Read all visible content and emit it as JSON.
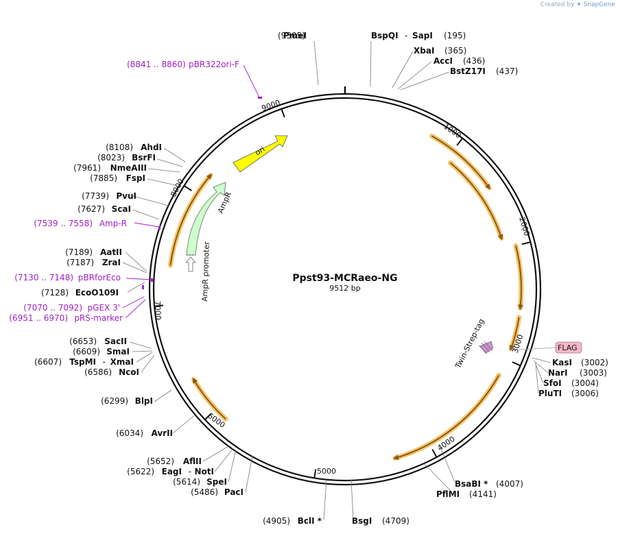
{
  "credit": {
    "prefix": "Created by",
    "brand": "SnapGene"
  },
  "plasmid": {
    "name": "Ppst93-MCRaeo-NG",
    "length_label": "9512 bp"
  },
  "ticks": [
    "1000",
    "2000",
    "3000",
    "4000",
    "5000",
    "6000",
    "7000",
    "8000",
    "9000"
  ],
  "enzymes": [
    {
      "pos": "(9305)",
      "name": "PmeI"
    },
    {
      "name": "BspQI",
      "sep": "-",
      "name2": "SapI",
      "pos": "(195)"
    },
    {
      "name": "XbaI",
      "pos": "(365)"
    },
    {
      "name": "AccI",
      "pos": "(436)"
    },
    {
      "name": "BstZ17I",
      "pos": "(437)"
    },
    {
      "pos": "(8108)",
      "name": "AhdI"
    },
    {
      "pos": "(8023)",
      "name": "BsrFI"
    },
    {
      "pos": "(7961)",
      "name": "NmeAIII"
    },
    {
      "pos": "(7885)",
      "name": "FspI"
    },
    {
      "pos": "(7739)",
      "name": "PvuI"
    },
    {
      "pos": "(7627)",
      "name": "ScaI"
    },
    {
      "pos": "(7189)",
      "name": "AatII"
    },
    {
      "pos": "(7187)",
      "name": "ZraI"
    },
    {
      "pos": "(7128)",
      "name": "EcoO109I"
    },
    {
      "pos": "(6653)",
      "name": "SacII"
    },
    {
      "pos": "(6609)",
      "name": "SmaI"
    },
    {
      "pos": "(6607)",
      "name": "TspMI",
      "sep": "-",
      "name2": "XmaI"
    },
    {
      "pos": "(6586)",
      "name": "NcoI"
    },
    {
      "pos": "(6299)",
      "name": "BlpI"
    },
    {
      "pos": "(6034)",
      "name": "AvrII"
    },
    {
      "pos": "(5652)",
      "name": "AflII"
    },
    {
      "pos": "(5622)",
      "name": "EagI",
      "sep": "-",
      "name2": "NotI"
    },
    {
      "pos": "(5614)",
      "name": "SpeI"
    },
    {
      "pos": "(5486)",
      "name": "PacI"
    },
    {
      "pos": "(4905)",
      "name": "BclI *"
    },
    {
      "name": "BsgI",
      "pos": "(4709)"
    },
    {
      "name": "BsaBI *",
      "pos": "(4007)"
    },
    {
      "name": "PflMI",
      "pos": "(4141)"
    },
    {
      "name": "KasI",
      "pos": "(3002)"
    },
    {
      "name": "NarI",
      "pos": "(3003)"
    },
    {
      "name": "SfoI",
      "pos": "(3004)"
    },
    {
      "name": "PluTI",
      "pos": "(3006)"
    }
  ],
  "primers": [
    {
      "range": "(8841 .. 8860)",
      "name": "pBR322ori-F"
    },
    {
      "range": "(7539 .. 7558)",
      "name": "Amp-R"
    },
    {
      "range": "(7130 .. 7148)",
      "name": "pBRforEco"
    },
    {
      "range": "(7070 .. 7092)",
      "name": "pGEX 3'"
    },
    {
      "range": "(6951 .. 6970)",
      "name": "pRS-marker"
    }
  ],
  "features": {
    "ori": "ori",
    "ampr": "AmpR",
    "ampr_promoter": "AmpR promoter",
    "twin_strep": "Twin-Strep-tag",
    "flag": "FLAG"
  },
  "colors": {
    "backbone": "#111111",
    "orf_arrow": "#8a5a14",
    "orf_glow": "#f6c46a",
    "ori": "#ffff00",
    "ampr": "#ccffcc",
    "primer": "#a020c8",
    "flag_fill": "#f2b8c8",
    "twin_strep": "#c898c8"
  }
}
